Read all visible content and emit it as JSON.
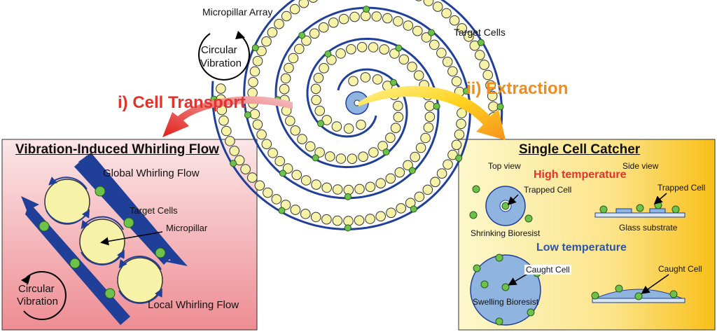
{
  "colors": {
    "spiral": "#1f3f99",
    "pillar_fill": "#f6f2a8",
    "pillar_stroke": "#333333",
    "cell_fill": "#6cc24a",
    "resist_fill": "#8fb4e0",
    "red_title": "#e0342c",
    "orange_title": "#f08c1e",
    "blue_title": "#2d55a8",
    "left_panel_top": "#fbe4e6",
    "left_panel_bottom": "#ef8d92",
    "right_panel_left": "#fdf6c4",
    "right_panel_right": "#f8c21c"
  },
  "top": {
    "micropillar_array": "Micropillar Array",
    "target_cells": "Target Cells",
    "circular_vibration_line1": "Circular",
    "circular_vibration_line2": "Vibration"
  },
  "arrows": {
    "cell_transport": "i) Cell Transport",
    "extraction": "ii) Extraction"
  },
  "left_panel": {
    "title": "Vibration-Induced Whirling Flow",
    "global_flow": "Global Whirling Flow",
    "target_cells": "Target Cells",
    "micropillar": "Micropillar",
    "local_flow": "Local Whirling Flow",
    "circular_vibration_line1": "Circular",
    "circular_vibration_line2": "Vibration"
  },
  "right_panel": {
    "title": "Single Cell Catcher",
    "top_view": "Top view",
    "side_view": "Side view",
    "high_temperature": "High temperature",
    "trapped_cell_top": "Trapped Cell",
    "trapped_cell_side": "Trapped Cell",
    "shrinking_bioresist": "Shrinking Bioresist",
    "glass_substrate": "Glass substrate",
    "low_temperature": "Low temperature",
    "caught_cell_top": "Caught Cell",
    "caught_cell_side": "Caught Cell",
    "swelling_bioresist": "Swelling Bioresist"
  }
}
